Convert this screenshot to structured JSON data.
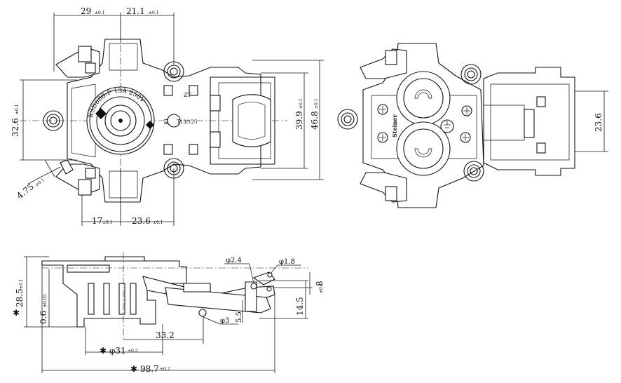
{
  "drawing": {
    "top_view": {
      "dim_top_left": "29",
      "dim_top_left_tol": "±0.1",
      "dim_top_right": "21.1",
      "dim_top_right_tol": "±0.1",
      "dim_left_height": "32.6",
      "dim_left_height_tol": "±0.1",
      "dim_right_inner": "39.9",
      "dim_right_inner_tol": "±0.1",
      "dim_right_outer": "46.8",
      "dim_right_outer_tol": "±0.1",
      "dim_bottom_left": "17",
      "dim_bottom_left_tol": "±0.1",
      "dim_bottom_right": "23.6",
      "dim_bottom_right_tol": "±0.1",
      "dim_angle": "4.75",
      "dim_angle_tol": "±0.1",
      "label_zt": "ZT",
      "label_ring": "KSD688-F 13A 250V",
      "label_t": "T13/125",
      "label_tr": "R1"
    },
    "right_view": {
      "dim_right": "23.6",
      "brand_label": "Steiner"
    },
    "side_view": {
      "phi24": "φ2.4",
      "phi18": "φ1.8",
      "phi3": "φ3",
      "d14_5": "14.5",
      "d5_5": "5.5",
      "d8": "8",
      "d8_tol": "±0.1",
      "d33_2": "33.2",
      "d31_star": "✱",
      "d31": "φ31",
      "d31_tol": "±0.2",
      "d987_star": "✱",
      "d987": "98.7",
      "d987_tol": "±0.2",
      "d285_star": "✱",
      "d285": "28.5",
      "d285_tol": "±0.1",
      "d06": "0.6",
      "d06_tol": "±0.05"
    }
  }
}
